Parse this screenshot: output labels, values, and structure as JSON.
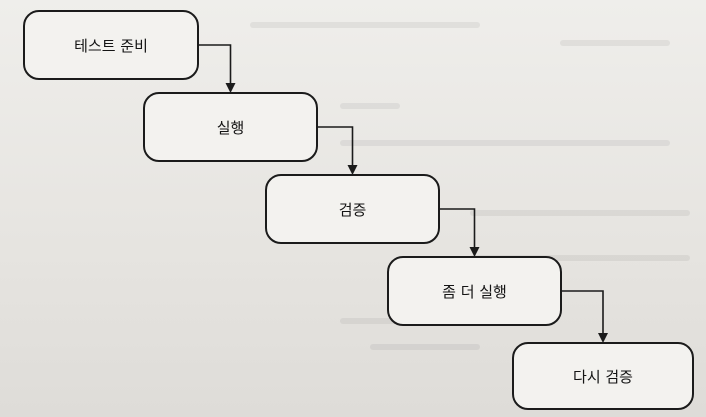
{
  "diagram": {
    "steps": [
      {
        "label": "테스트 준비"
      },
      {
        "label": "실행"
      },
      {
        "label": "검증"
      },
      {
        "label": "좀 더 실행"
      },
      {
        "label": "다시 검증"
      }
    ],
    "connections": [
      {
        "from": 0,
        "to": 1
      },
      {
        "from": 1,
        "to": 2
      },
      {
        "from": 2,
        "to": 3
      },
      {
        "from": 3,
        "to": 4
      }
    ],
    "colors": {
      "stroke": "#1b1b1b",
      "box_fill": "#f3f2ef",
      "background": "#e9e7e3"
    }
  }
}
